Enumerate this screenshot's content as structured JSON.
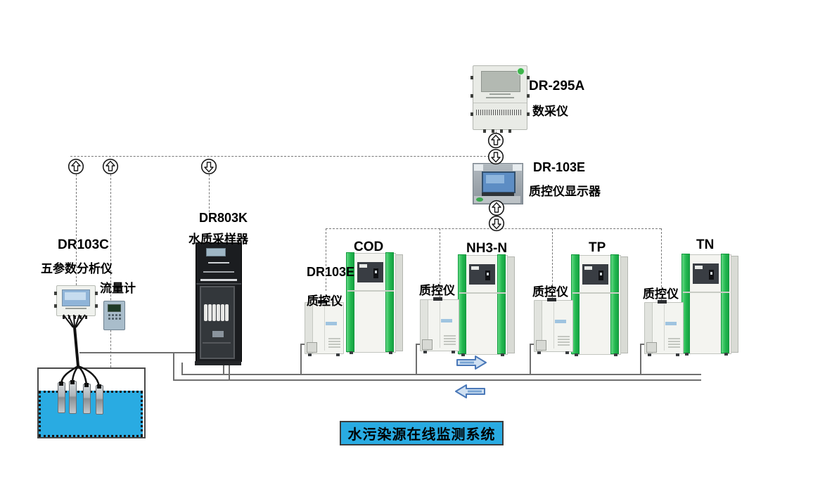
{
  "title_banner": {
    "text": "水污染源在线监测系统"
  },
  "devices": {
    "data_collector": {
      "model": "DR-295A",
      "label": "数采仪"
    },
    "qc_display": {
      "model": "DR-103E",
      "label": "质控仪显示器"
    },
    "five_param": {
      "model": "DR103C",
      "label": "五参数分析仪"
    },
    "flow_meter": {
      "label": "流量计"
    },
    "sampler": {
      "model": "DR803K",
      "label": "水质采样器"
    }
  },
  "analyzers": [
    {
      "label": "COD"
    },
    {
      "label": "NH3-N"
    },
    {
      "label": "TP"
    },
    {
      "label": "TN"
    }
  ],
  "qc_units": [
    {
      "model": "DR103E",
      "label": "质控仪"
    },
    {
      "label": "质控仪"
    },
    {
      "label": "质控仪"
    },
    {
      "label": "质控仪"
    }
  ],
  "colors": {
    "accent_green": "#22B84F",
    "water_blue": "#29ABE2",
    "banner_blue": "#29ABE2",
    "panel_charcoal": "#393D43"
  }
}
